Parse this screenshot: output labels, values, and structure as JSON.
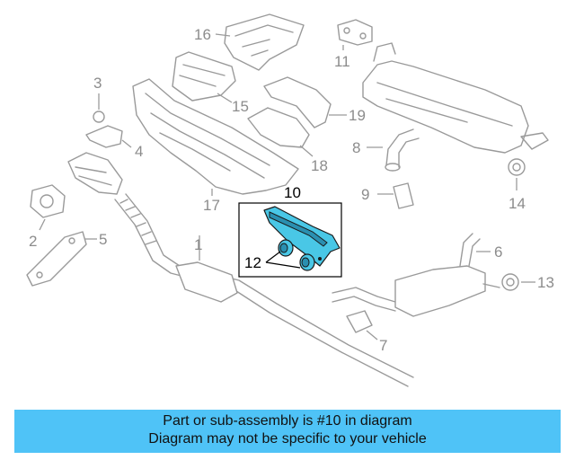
{
  "callouts": {
    "c1": "1",
    "c2": "2",
    "c3": "3",
    "c4": "4",
    "c5": "5",
    "c6": "6",
    "c7": "7",
    "c8": "8",
    "c9": "9",
    "c10": "10",
    "c11": "11",
    "c12": "12",
    "c13": "13",
    "c14": "14",
    "c15": "15",
    "c16": "16",
    "c17": "17",
    "c18": "18",
    "c19": "19"
  },
  "highlight": {
    "color": "#49c7e6",
    "frame_color": "#000000"
  },
  "banner": {
    "line1": "Part or sub-assembly is #10 in diagram",
    "line2": "Diagram may not be specific to your vehicle",
    "background": "#4fc3f7"
  }
}
